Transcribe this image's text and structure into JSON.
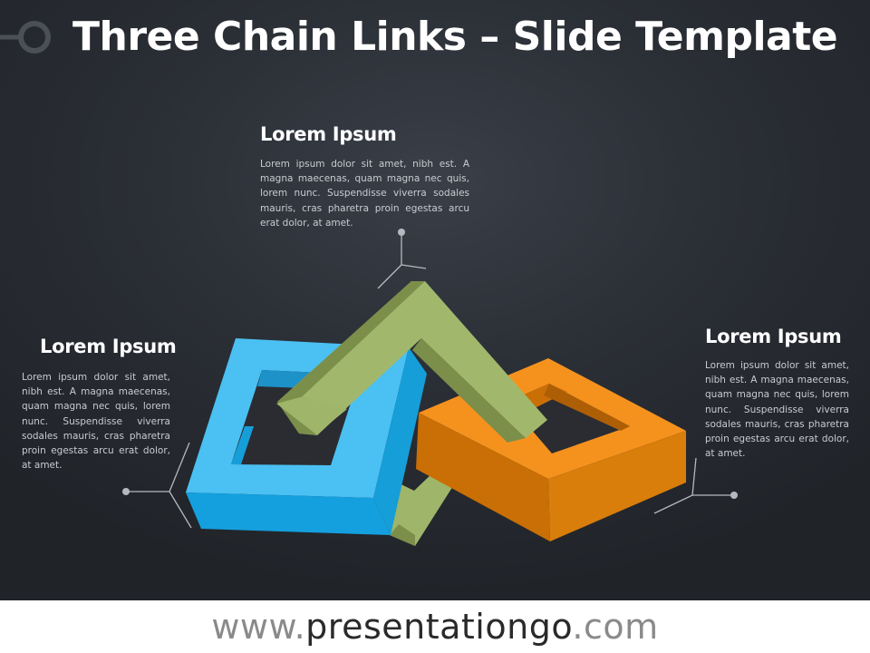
{
  "slide": {
    "title": "Three Chain Links – Slide Template",
    "blocks": [
      {
        "heading": "Lorem Ipsum",
        "body": "Lorem ipsum dolor sit amet, nibh est. A magna maecenas, quam magna nec quis, lorem nunc. Suspendisse viverra sodales mauris, cras pharetra proin egestas arcu erat dolor, at amet."
      },
      {
        "heading": "Lorem Ipsum",
        "body": "Lorem ipsum dolor sit amet, nibh est. A magna maecenas, quam magna nec quis, lorem nunc. Suspendisse viverra sodales mauris, cras pharetra proin egestas arcu erat dolor, at amet."
      },
      {
        "heading": "Lorem Ipsum",
        "body": "Lorem ipsum dolor sit amet, nibh est. A magna maecenas, quam magna nec quis, lorem nunc. Suspendisse viverra sodales mauris, cras pharetra proin egestas arcu erat dolor, at amet."
      }
    ]
  },
  "footer": {
    "prefix": "www.",
    "brand": "presentationgo",
    "suffix": ".com"
  },
  "colors": {
    "background": "#2b2f36",
    "blue_link": "#4ab8ee",
    "green_link": "#9fb56a",
    "orange_link": "#f5901f",
    "connector": "#b5b9bf"
  }
}
